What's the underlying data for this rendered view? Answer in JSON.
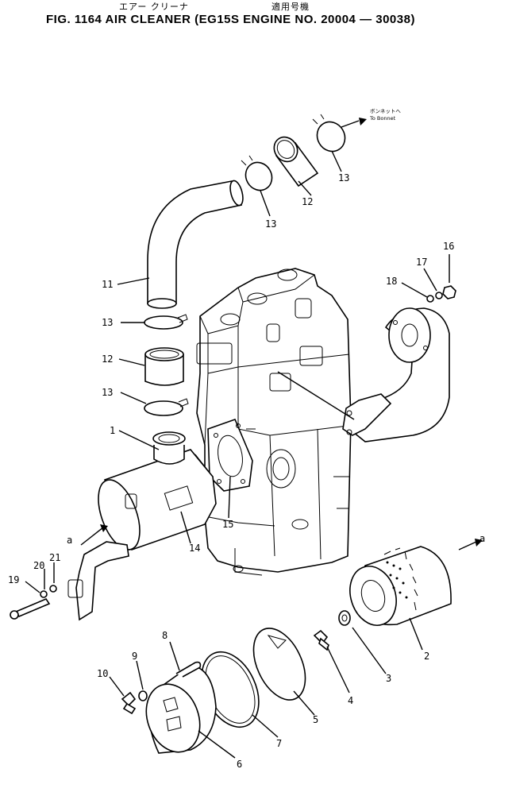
{
  "header": {
    "jp_name": "エアー クリーナ",
    "jp_applicable": "適用号機",
    "title": "FIG. 1164   AIR  CLEANER (EG15S  ENGINE NO. 20004 — 30038)"
  },
  "notes": {
    "to_bonnet_jp": "ボンネットへ",
    "to_bonnet_en": "To Bonnet",
    "view_a_left": "a",
    "view_a_right": "a"
  },
  "callouts": [
    "1",
    "2",
    "3",
    "4",
    "5",
    "6",
    "7",
    "8",
    "9",
    "10",
    "11",
    "12",
    "12",
    "13",
    "13",
    "13",
    "13",
    "14",
    "15",
    "16",
    "17",
    "18",
    "19",
    "20",
    "21"
  ]
}
